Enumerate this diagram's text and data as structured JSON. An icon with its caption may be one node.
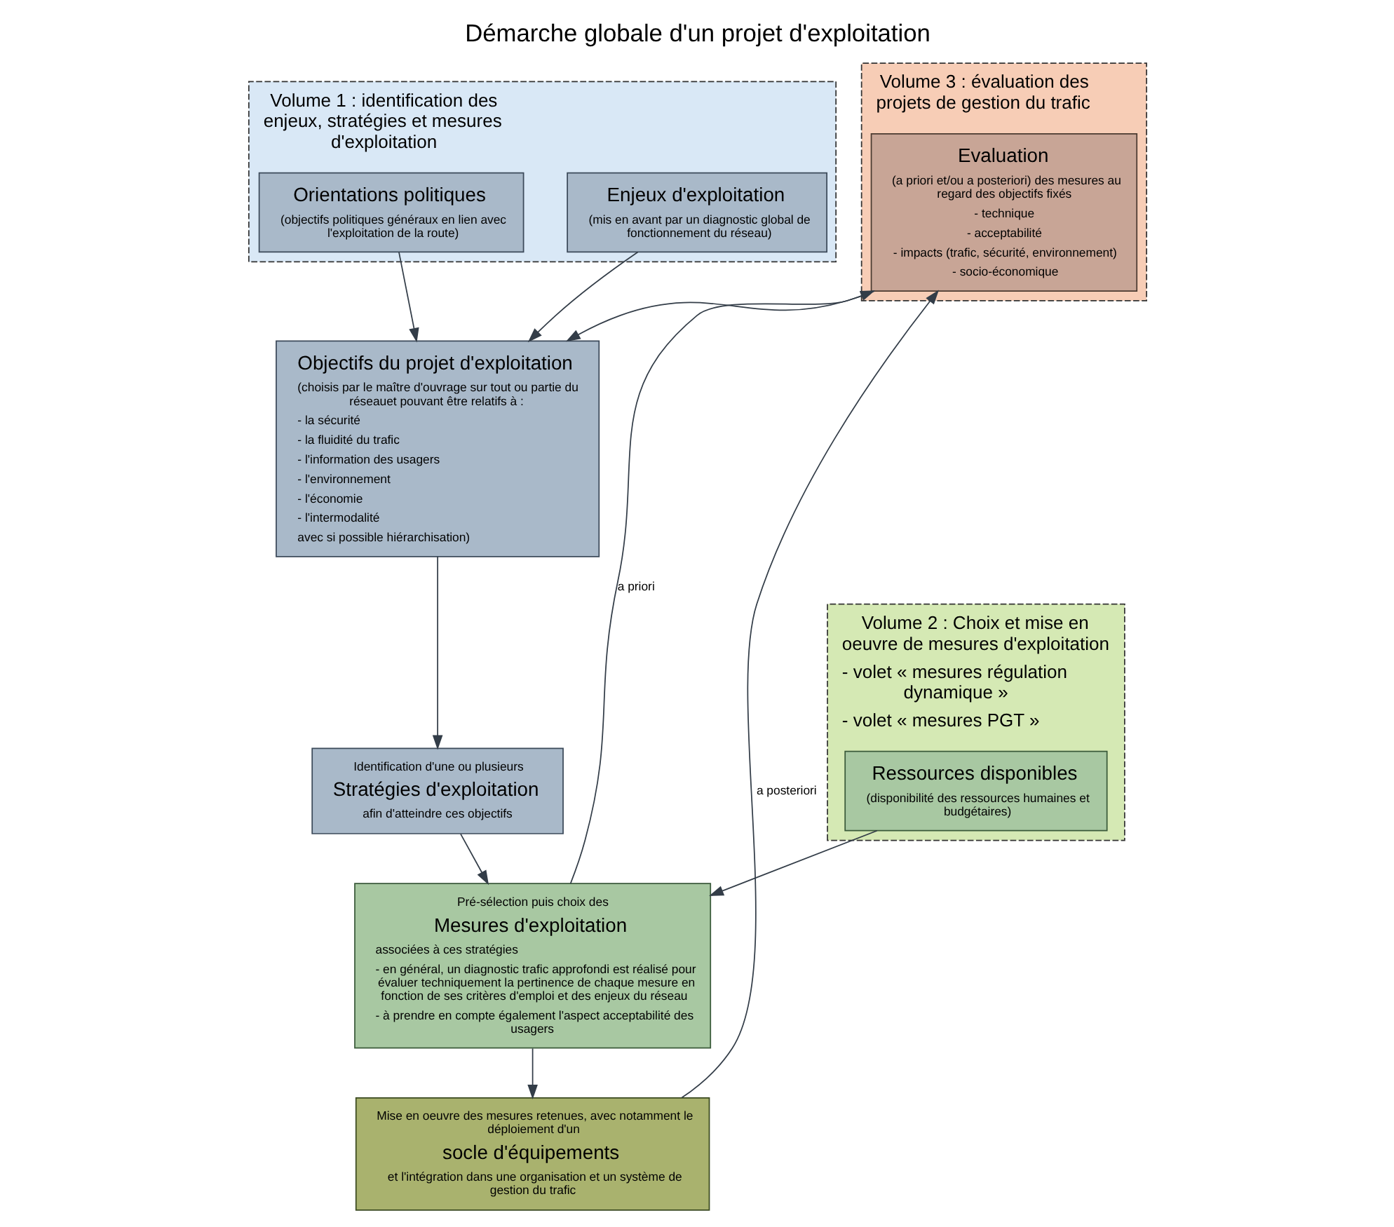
{
  "diagram": {
    "title": "Démarche globale d'un projet d'exploitation",
    "nodes": [
      {
        "text": [
          "Volume 1 : identification des enjeux, stratégies et mesures d'exploitation"
        ]
      },
      {
        "text": [
          "Orientations politiques",
          "(objectifs politiques généraux en lien avec l'exploitation de la route)"
        ],
        "in": 0
      },
      {
        "text": [
          "Enjeux d'exploitation",
          "(mis en avant par un diagnostic global de fonctionnement du réseau)"
        ],
        "in": 0
      },
      {
        "text": [
          "Objectifs du projet d'exploitation",
          "(choisis par le maître d'ouvrage sur tout ou partie du réseauet pouvant être relatifs à :",
          "- la sécurité",
          "- la fluidité du trafic",
          "- l'information des usagers",
          "- l'environnement",
          "- l'économie",
          "- l'intermodalité",
          "avec si possible hiérarchisation)"
        ]
      },
      {
        "text": [
          "Identification d'une ou plusieurs",
          "Stratégies d'exploitation",
          "afin d'atteindre ces objectifs"
        ]
      },
      {
        "text": [
          "Volume 3 : évaluation des projets de gestion du trafic"
        ]
      },
      {
        "text": [
          "Evaluation",
          "(a priori et/ou a posteriori) des mesures au regard des objectifs fixés",
          "- technique",
          "- acceptabilité",
          "- impacts (trafic, sécurité, environnement)",
          "- socio-économique"
        ],
        "in": 5
      },
      {
        "text": [
          "Volume 2 : Choix et mise en oeuvre de mesures d'exploitation",
          "- volet « mesures régulation dynamique »",
          "- volet « mesures PGT »"
        ]
      },
      {
        "text": [
          "Ressources disponibles",
          "(disponibilité des ressources humaines et budgétaires)"
        ],
        "in": 7
      },
      {
        "text": [
          "Pré-sélection puis choix des",
          "Mesures d'exploitation",
          "associées à ces stratégies",
          "- en général, un diagnostic trafic approfondi est réalisé pour évaluer techniquement la pertinence de chaque mesure en fonction de ses critères d'emploi et des enjeux du réseau",
          "- à prendre en compte également l'aspect acceptabilité des usagers"
        ]
      },
      {
        "text": [
          "Mise en oeuvre des mesures retenues, avec notamment le déploiement d'un",
          "socle d'équipements",
          "et l'intégration dans une organisation et un système de gestion du trafic"
        ]
      }
    ],
    "edges": [
      {
        "from": 1,
        "to": 3,
        "arrow": "to"
      },
      {
        "from": 2,
        "to": 3,
        "arrow": "to"
      },
      {
        "from": 3,
        "to": 4,
        "arrow": "to"
      },
      {
        "from": 4,
        "to": 9,
        "arrow": "to"
      },
      {
        "from": 8,
        "to": 9,
        "arrow": "to"
      },
      {
        "from": 9,
        "to": 10,
        "arrow": "to"
      },
      {
        "from": 9,
        "to": 6,
        "arrow": "to",
        "label": "a priori"
      },
      {
        "from": 10,
        "to": 6,
        "arrow": "to",
        "label": "a posteriori"
      },
      {
        "from": 6,
        "to": 3,
        "arrow": "to"
      }
    ]
  }
}
